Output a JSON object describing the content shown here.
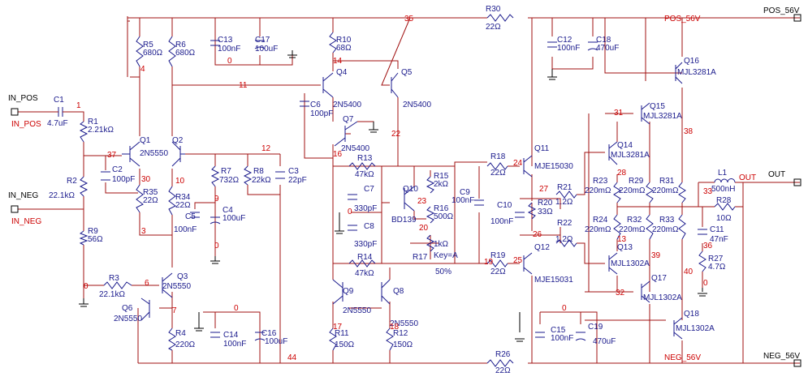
{
  "ports": {
    "in_pos": "IN_POS",
    "in_neg": "IN_NEG",
    "in_pos_net": "IN_POS",
    "in_neg_net": "IN_NEG",
    "pos_rail_top": "POS_56V",
    "pos_rail_net": "POS_56V",
    "neg_rail_net": "NEG_56V",
    "neg_rail_bottom": "NEG_56V",
    "out": "OUT",
    "out_net": "OUT"
  },
  "components": {
    "C1": {
      "ref": "C1",
      "val": "4.7uF"
    },
    "R1": {
      "ref": "R1",
      "val": "2.21kΩ"
    },
    "R2": {
      "ref": "R2",
      "val": "22.1kΩ"
    },
    "R9": {
      "ref": "R9",
      "val": "56Ω"
    },
    "C2": {
      "ref": "C2",
      "val": "100pF"
    },
    "R5": {
      "ref": "R5",
      "val": "680Ω"
    },
    "R6": {
      "ref": "R6",
      "val": "680Ω"
    },
    "Q1": {
      "ref": "Q1",
      "val": "2N5550"
    },
    "Q2": {
      "ref": "Q2",
      "val": ""
    },
    "R35": {
      "ref": "R35",
      "val": "22Ω"
    },
    "R34": {
      "ref": "R34",
      "val": "22Ω"
    },
    "R3": {
      "ref": "R3",
      "val": "22.1kΩ"
    },
    "Q3": {
      "ref": "Q3",
      "val": "2N5550"
    },
    "Q6": {
      "ref": "Q6",
      "val": "2N5550"
    },
    "R4": {
      "ref": "R4",
      "val": "220Ω"
    },
    "C13": {
      "ref": "C13",
      "val": "100nF"
    },
    "C17": {
      "ref": "C17",
      "val": "100uF"
    },
    "R10": {
      "ref": "R10",
      "val": "68Ω"
    },
    "Q4": {
      "ref": "Q4",
      "val": "2N5400"
    },
    "Q5": {
      "ref": "Q5",
      "val": "2N5400"
    },
    "C6": {
      "ref": "C6",
      "val": "100pF"
    },
    "Q7": {
      "ref": "Q7",
      "val": "2N5400"
    },
    "R7": {
      "ref": "R7",
      "val": "732Ω"
    },
    "R8": {
      "ref": "R8",
      "val": "22kΩ"
    },
    "C3": {
      "ref": "C3",
      "val": "22pF"
    },
    "C5": {
      "ref": "C5",
      "val": "100nF"
    },
    "C4": {
      "ref": "C4",
      "val": "100uF"
    },
    "C14": {
      "ref": "C14",
      "val": "100nF"
    },
    "C16": {
      "ref": "C16",
      "val": "100uF"
    },
    "R13": {
      "ref": "R13",
      "val": "47kΩ"
    },
    "C7": {
      "ref": "C7",
      "val": "330pF"
    },
    "C8": {
      "ref": "C8",
      "val": "330pF"
    },
    "R14": {
      "ref": "R14",
      "val": "47kΩ"
    },
    "Q10": {
      "ref": "Q10",
      "val": "BD139"
    },
    "R15": {
      "ref": "R15",
      "val": "2kΩ"
    },
    "R16": {
      "ref": "R16",
      "val": "500Ω"
    },
    "R17": {
      "ref": "R17",
      "val": "1kΩ",
      "key": "Key=A",
      "pct": "50%"
    },
    "C9": {
      "ref": "C9",
      "val": "100nF"
    },
    "Q9": {
      "ref": "Q9",
      "val": "2N5550"
    },
    "Q8": {
      "ref": "Q8",
      "val": "2N5550"
    },
    "R11": {
      "ref": "R11",
      "val": "150Ω"
    },
    "R12": {
      "ref": "R12",
      "val": "150Ω"
    },
    "R30": {
      "ref": "R30",
      "val": "22Ω"
    },
    "C12": {
      "ref": "C12",
      "val": "100nF"
    },
    "C18": {
      "ref": "C18",
      "val": "470uF"
    },
    "C15": {
      "ref": "C15",
      "val": "100nF"
    },
    "C19": {
      "ref": "C19",
      "val": "470uF"
    },
    "R18": {
      "ref": "R18",
      "val": "22Ω"
    },
    "R19": {
      "ref": "R19",
      "val": "22Ω"
    },
    "Q11": {
      "ref": "Q11",
      "val": "MJE15030"
    },
    "Q12": {
      "ref": "Q12",
      "val": "MJE15031"
    },
    "C10": {
      "ref": "C10",
      "val": "100nF"
    },
    "R20": {
      "ref": "R20",
      "val": "33Ω"
    },
    "R21": {
      "ref": "R21",
      "val": "1.2Ω"
    },
    "R22": {
      "ref": "R22",
      "val": "1.2Ω"
    },
    "Q14": {
      "ref": "Q14",
      "val": "MJL3281A"
    },
    "Q15": {
      "ref": "Q15",
      "val": "MJL3281A"
    },
    "Q16": {
      "ref": "Q16",
      "val": "MJL3281A"
    },
    "Q13": {
      "ref": "Q13",
      "val": "MJL1302A"
    },
    "Q17": {
      "ref": "Q17",
      "val": "MJL1302A"
    },
    "Q18": {
      "ref": "Q18",
      "val": "MJL1302A"
    },
    "R23": {
      "ref": "R23",
      "val": "220mΩ"
    },
    "R29": {
      "ref": "R29",
      "val": "220mΩ"
    },
    "R31": {
      "ref": "R31",
      "val": "220mΩ"
    },
    "R24": {
      "ref": "R24",
      "val": "220mΩ"
    },
    "R32": {
      "ref": "R32",
      "val": "220mΩ"
    },
    "R33": {
      "ref": "R33",
      "val": "220mΩ"
    },
    "L1": {
      "ref": "L1",
      "val": "500nH"
    },
    "R28": {
      "ref": "R28",
      "val": "10Ω"
    },
    "C11": {
      "ref": "C11",
      "val": "47nF"
    },
    "R27": {
      "ref": "R27",
      "val": "4.7Ω"
    },
    "R26": {
      "ref": "R26",
      "val": "22Ω"
    }
  },
  "nodes": [
    "35",
    "1",
    "4",
    "37",
    "30",
    "10",
    "3",
    "11",
    "12",
    "14",
    "16",
    "22",
    "9",
    "0",
    "0",
    "0",
    "0",
    "6",
    "7",
    "17",
    "18",
    "0",
    "23",
    "20",
    "19",
    "24",
    "27",
    "26",
    "25",
    "31",
    "28",
    "13",
    "39",
    "32",
    "38",
    "33",
    "36",
    "40",
    "0",
    "0",
    "44"
  ]
}
